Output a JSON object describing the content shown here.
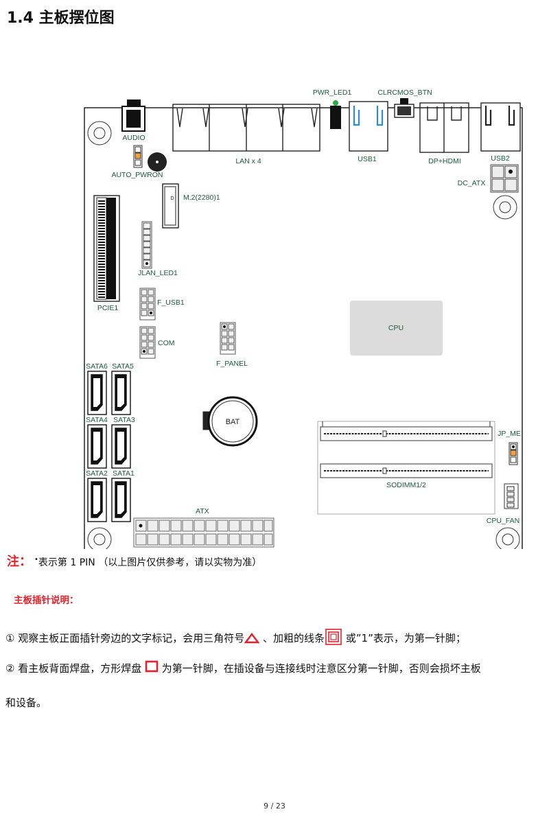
{
  "page_title": "1.4  主板摆位图",
  "board": {
    "labels": {
      "audio": "AUDIO",
      "auto_pwron": "AUTO_PWRON",
      "lan": "LAN x 4",
      "pwr_led": "PWR_LED1",
      "clrcmos": "CLRCMOS_BTN",
      "usb1": "USB1",
      "dp_hdmi": "DP+HDMI",
      "usb2": "USB2",
      "dc_atx": "DC_ATX",
      "m2": "M.2(2280)1",
      "m2_mark": "D",
      "jlan_led": "JLAN_LED1",
      "pcie": "PCIE1",
      "f_usb": "F_USB1",
      "com": "COM",
      "f_panel": "F_PANEL",
      "cpu": "CPU",
      "sata6": "SATA6",
      "sata5": "SATA5",
      "sata4": "SATA4",
      "sata3": "SATA3",
      "sata2": "SATA2",
      "sata1": "SATA1",
      "bat": "BAT",
      "jp_me": "JP_ME",
      "sodimm": "SODIMM1/2",
      "cpu_fan": "CPU_FAN",
      "atx": "ATX"
    }
  },
  "note": {
    "label": "注：",
    "symbol": "•",
    "text": "表示第  1 PIN   （以上图片仅供参考，请以实物为准）"
  },
  "section_title": "主板插针说明：",
  "item1": {
    "prefix": "①  观察主板正面插针旁边的文字标记，会用三角符号",
    "middle": " 、加粗的线条",
    "suffix": "  或”1”表示，为第一针脚；"
  },
  "item2": {
    "prefix": "②  看主板背面焊盘，方形焊盘 ",
    "suffix": "  为第一针脚，在插设备与连接线时注意区分第一针脚，否则会损坏主板",
    "line2": "和设备。"
  },
  "colors": {
    "accent_red": "#e8202a",
    "label_green": "#1c5a3e",
    "cpu_fill": "#dcdcdc"
  },
  "pager": "9 / 23"
}
